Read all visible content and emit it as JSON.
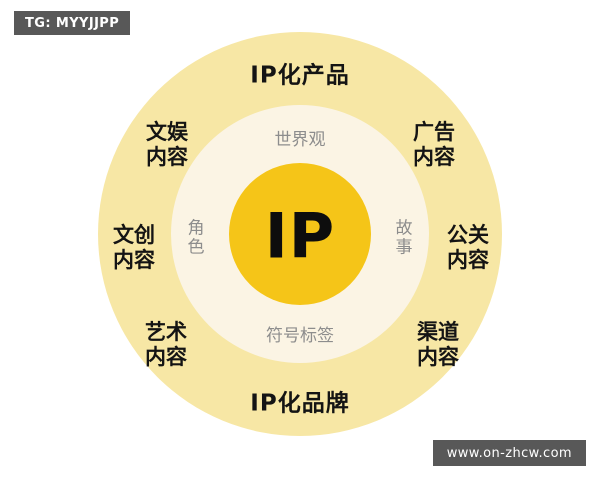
{
  "watermarks": {
    "telegram": "TG: MYYJJPP",
    "website": "www.on-zhcw.com"
  },
  "diagram": {
    "core_label": "IP",
    "rings": {
      "outer_color": "#f7e7a5",
      "middle_color": "#fbf4e4",
      "core_color": "#f5c518"
    },
    "outer_labels": {
      "top": "IP化产品",
      "bottom": "IP化品牌",
      "top_left": "文娱\n内容",
      "top_right": "广告\n内容",
      "middle_left": "文创\n内容",
      "middle_right": "公关\n内容",
      "bottom_left": "艺术\n内容",
      "bottom_right": "渠道\n内容"
    },
    "inner_labels": {
      "top": "世界观",
      "bottom": "符号标签",
      "left": "角\n色",
      "right": "故\n事"
    }
  }
}
